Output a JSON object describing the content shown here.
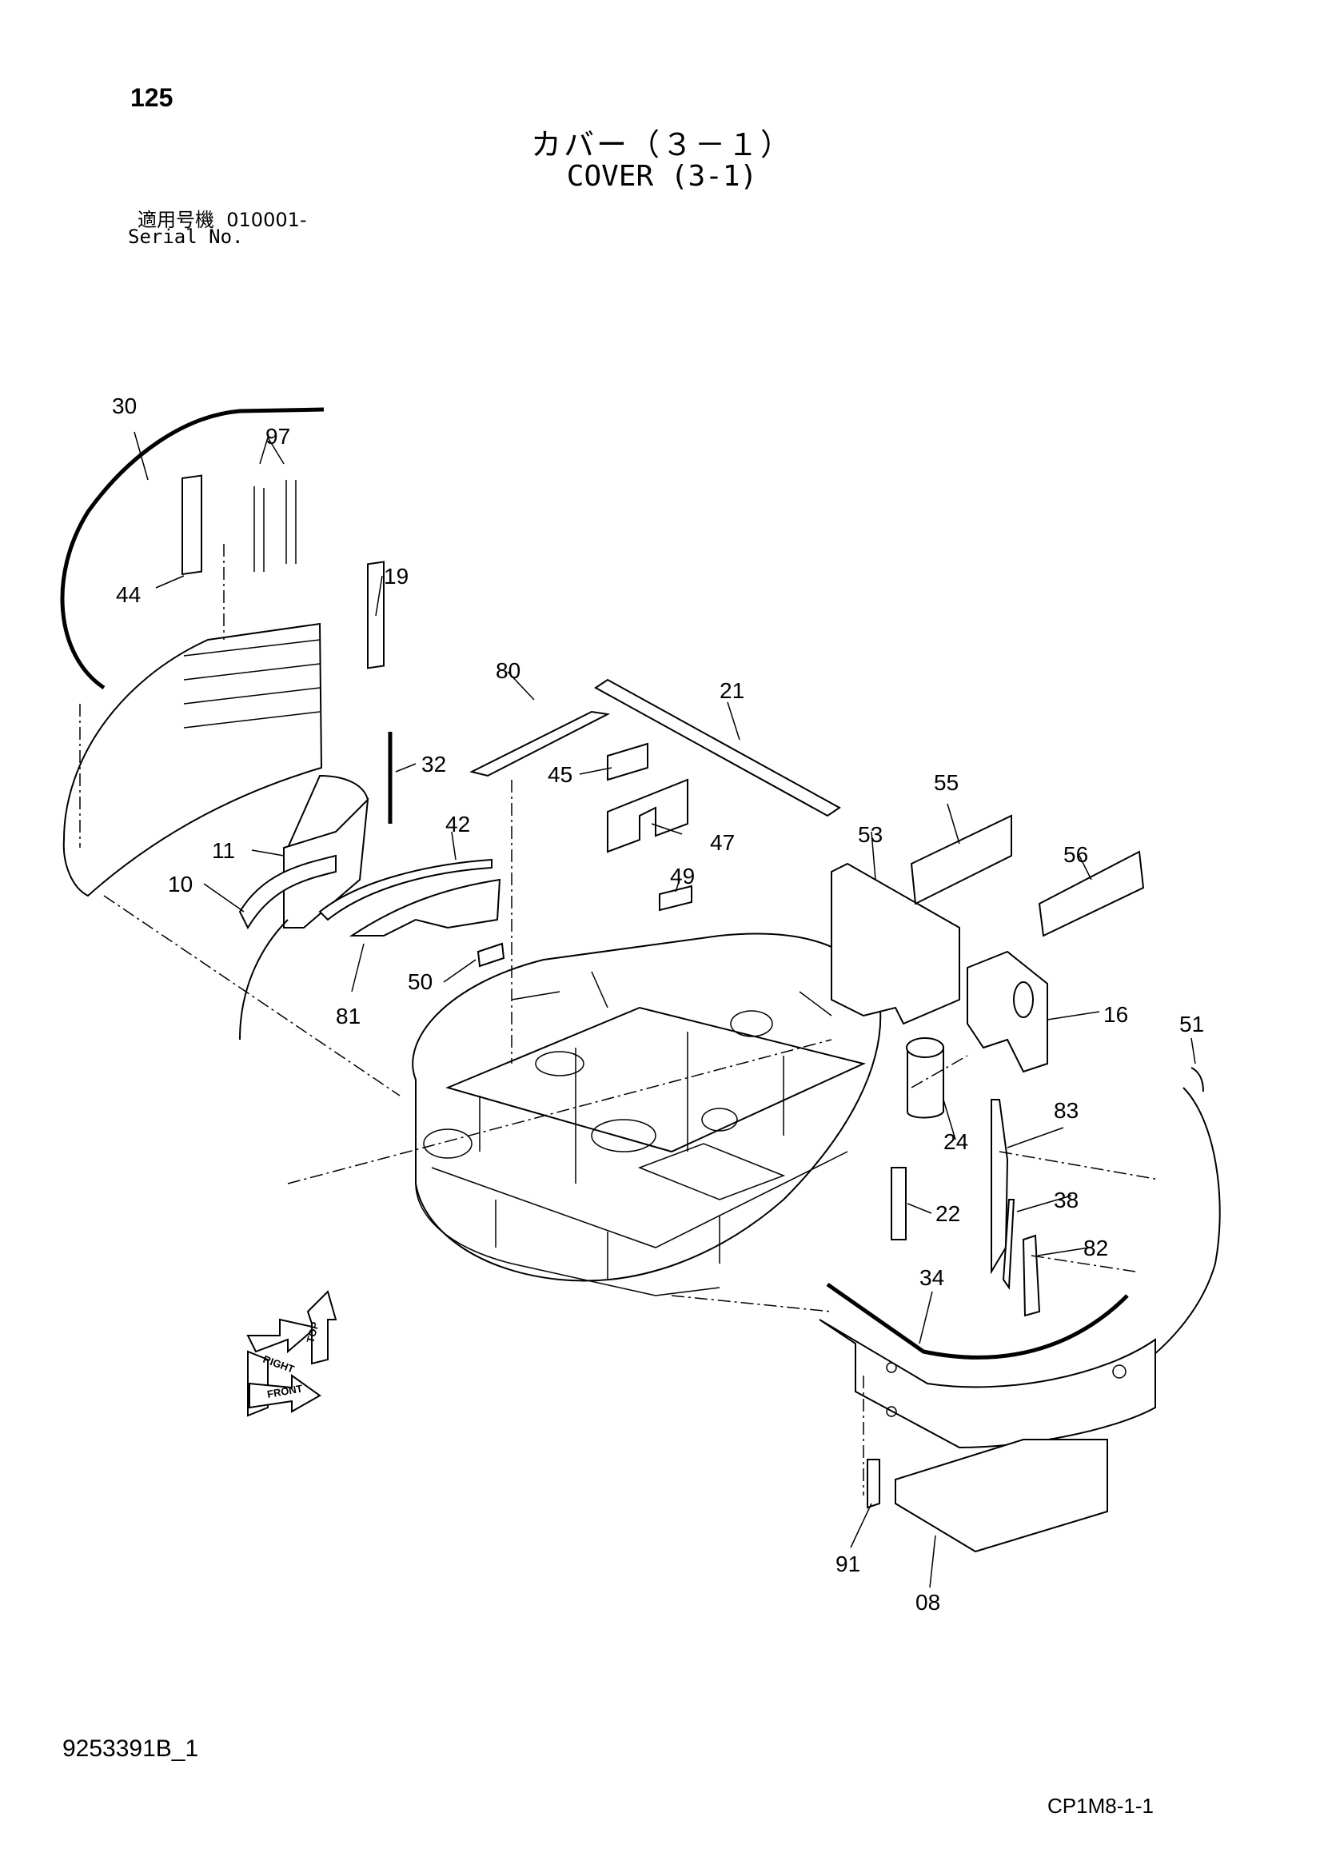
{
  "header": {
    "page_number": "125",
    "title_jp": "カバー（３－１）",
    "title_en": "COVER (3-1)",
    "serial_label_jp": "適用号機",
    "serial_value": "010001-",
    "serial_label_en": "Serial No."
  },
  "footer": {
    "document_code": "9253391B_1",
    "reference_code": "CP1M8-1-1"
  },
  "callouts": [
    "30",
    "97",
    "44",
    "19",
    "32",
    "11",
    "42",
    "10",
    "81",
    "80",
    "21",
    "45",
    "47",
    "49",
    "50",
    "55",
    "53",
    "56",
    "16",
    "51",
    "24",
    "83",
    "22",
    "38",
    "82",
    "34",
    "91",
    "08"
  ],
  "orientation_indicator": {
    "labels": [
      "TOP",
      "RIGHT",
      "FRONT"
    ]
  }
}
